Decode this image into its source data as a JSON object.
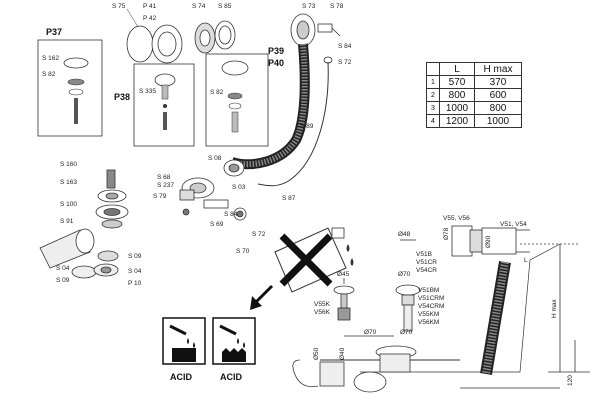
{
  "parts": {
    "top_row": [
      "S 75",
      "P 41",
      "P 42",
      "S 74",
      "S 85",
      "S 73",
      "S 78",
      "S 84",
      "S 72"
    ],
    "left_mid": [
      "S 160",
      "S 163",
      "S 100",
      "S 91",
      "S 04",
      "S 09",
      "S 09",
      "S 04",
      "P 10"
    ],
    "center": [
      "S 08",
      "S 68",
      "S 237",
      "S 79",
      "S 03",
      "S 87",
      "S 89",
      "S 69",
      "S 84",
      "S 72",
      "S 70"
    ]
  },
  "kits": {
    "p37": {
      "title": "P37",
      "parts": [
        "S 162",
        "S 82"
      ]
    },
    "p38": {
      "title": "P38",
      "parts": [
        "S 335"
      ]
    },
    "p39": {
      "title": "P39",
      "title2": "P40",
      "parts": [
        "S 82"
      ]
    }
  },
  "table": {
    "headers": [
      "L",
      "H max"
    ],
    "rows": [
      {
        "idx": "1",
        "L": "570",
        "H": "370"
      },
      {
        "idx": "2",
        "L": "800",
        "H": "600"
      },
      {
        "idx": "3",
        "L": "1000",
        "H": "800"
      },
      {
        "idx": "4",
        "L": "1200",
        "H": "1000"
      }
    ]
  },
  "dims": {
    "d48": "Ø48",
    "d78": "Ø78",
    "d90": "Ø90",
    "d45": "Ø45",
    "d70a": "Ø70",
    "d70b": "Ø70",
    "d70c": "Ø70",
    "d50": "Ø50",
    "d40": "Ø40",
    "L": "L",
    "Hmax": "H max",
    "h120": "120"
  },
  "models": {
    "v55": "V55, V56",
    "v51": "V51, V54",
    "v51b": [
      "V51B",
      "V51CR",
      "V54CR"
    ],
    "v55k": [
      "V55K",
      "V56K"
    ],
    "v51bm": [
      "V51BM",
      "V51CRM",
      "V54CRM",
      "V55KM",
      "V56KM"
    ]
  },
  "warnings": {
    "acid1": "ACID",
    "acid2": "ACID"
  }
}
